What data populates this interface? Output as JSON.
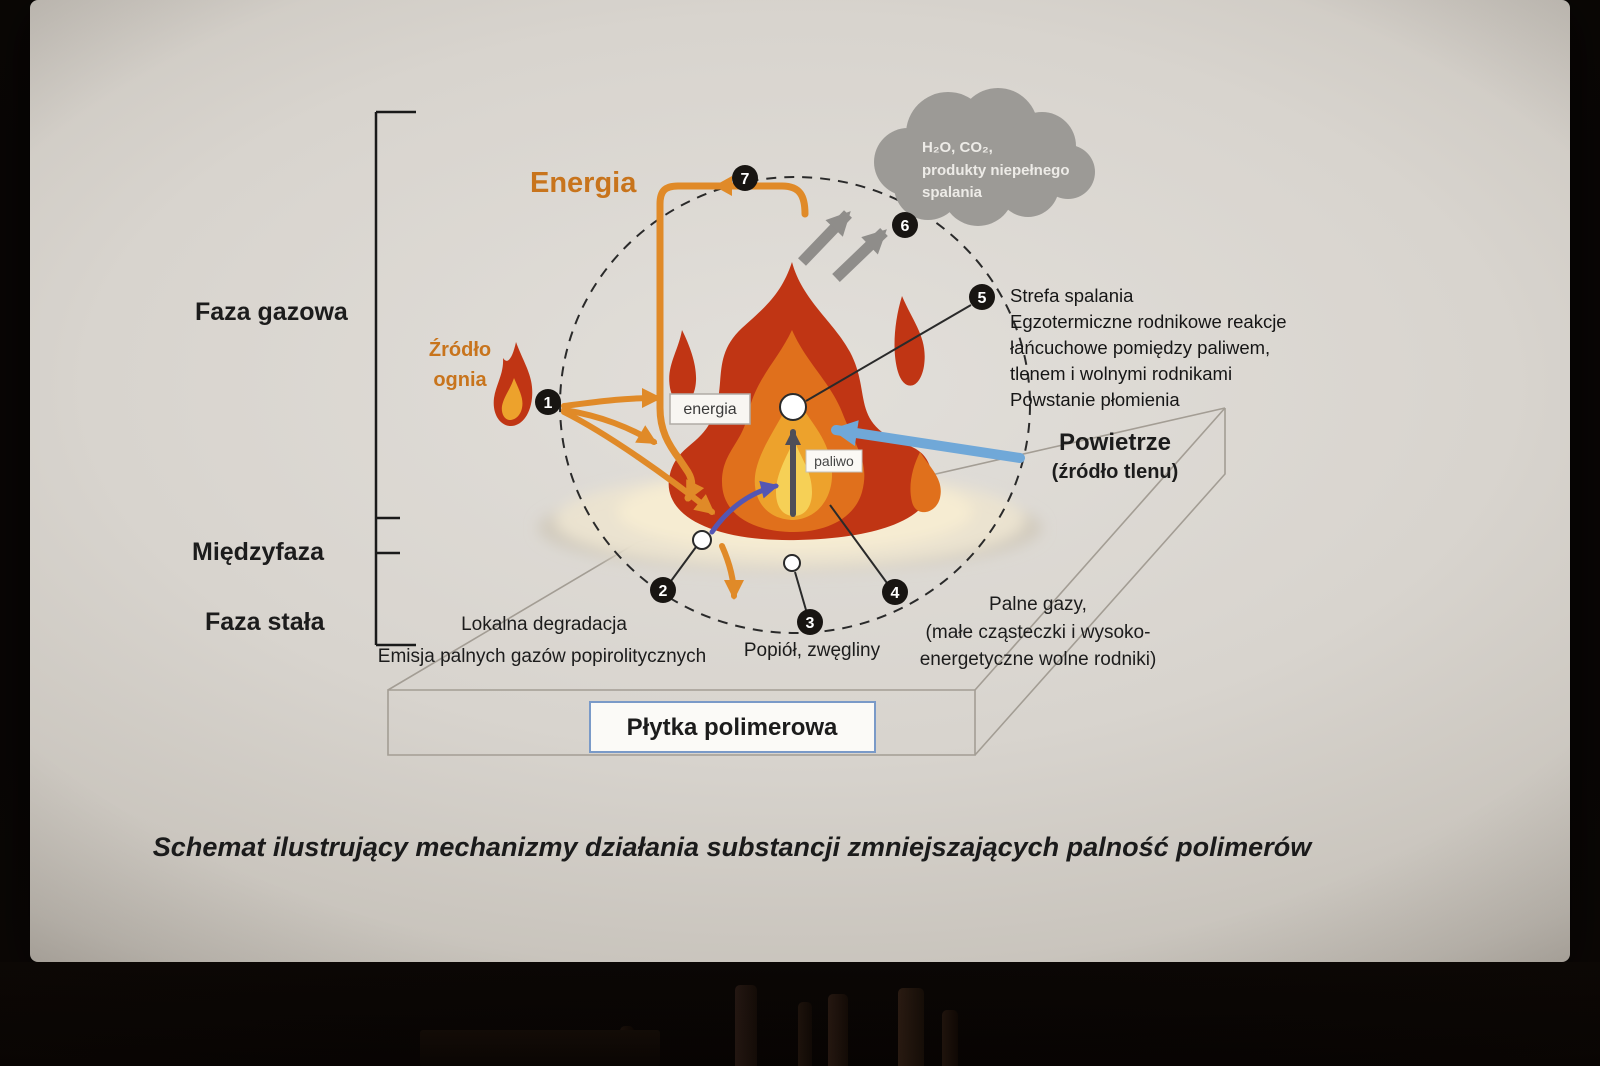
{
  "slide": {
    "caption": "Schemat ilustrujący mechanizmy działania substancji zmniejszających palność polimerów",
    "energy_title": "Energia",
    "phase_labels": {
      "gas": "Faza gazowa",
      "interphase": "Międzyfaza",
      "solid": "Faza stała"
    },
    "ignition_source": {
      "line1": "Źródło",
      "line2": "ognia"
    },
    "cloud": {
      "line1": "H₂O, CO₂,",
      "line2": "produkty niepełnego",
      "line3": "spalania"
    },
    "combustion_zone": {
      "line1": "Strefa spalania",
      "line2": "Egzotermiczne rodnikowe reakcje",
      "line3": "łańcuchowe pomiędzy paliwem,",
      "line4": "tlenem i wolnymi rodnikami",
      "line5": "Powstanie płomienia"
    },
    "air": {
      "line1": "Powietrze",
      "line2": "(źródło tlenu)"
    },
    "inner_labels": {
      "energy": "energia",
      "fuel": "paliwo"
    },
    "local_degradation": {
      "line1": "Lokalna degradacja",
      "line2": "Emisja palnych gazów popirolitycznych"
    },
    "ash": "Popiół, zwęgliny",
    "flammable_gases": {
      "line1": "Palne gazy,",
      "line2": "(małe cząsteczki i wysoko-",
      "line3": "energetyczne wolne rodniki)"
    },
    "plate_label": "Płytka polimerowa",
    "badges": [
      "1",
      "2",
      "3",
      "4",
      "5",
      "6",
      "7"
    ]
  },
  "colors": {
    "energy_orange": "#c8741c",
    "arrow_orange": "#e08a28",
    "arrow_blue": "#70a8d8",
    "arrow_violet": "#5456b4",
    "arrow_gray": "#8f8d8a",
    "arrow_dark": "#4e4e58",
    "cloud_gray": "#9c9a96",
    "flame_red": "#c03514",
    "flame_orange": "#e0701c",
    "flame_deep_yellow": "#eda22c",
    "flame_core_yellow": "#f6d056",
    "badge_black": "#181512"
  }
}
